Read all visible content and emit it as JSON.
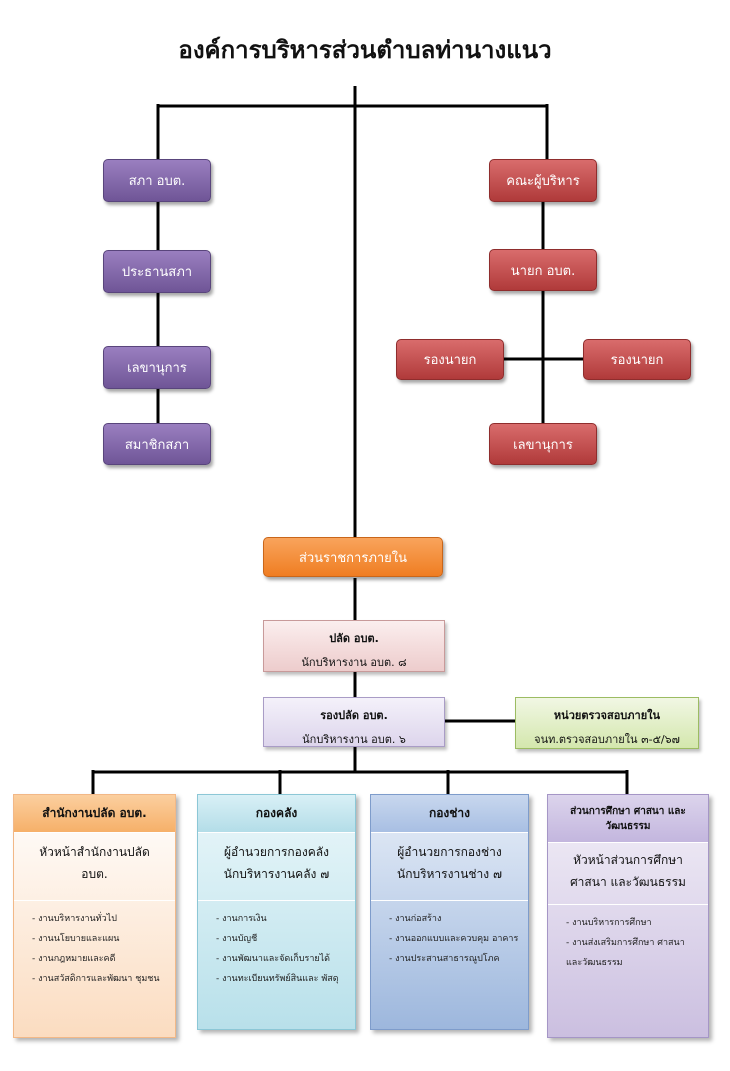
{
  "title": "องค์การบริหารส่วนตำบลท่านางแนว",
  "council": {
    "items": [
      "สภา อบต.",
      "ประธานสภา",
      "เลขานุการ",
      "สมาชิกสภา"
    ]
  },
  "executive": {
    "board": "คณะผู้บริหาร",
    "mayor": "นายก อบต.",
    "deputy_left": "รองนายก",
    "deputy_right": "รองนายก",
    "secretary": "เลขานุการ"
  },
  "internal_affairs": "ส่วนราชการภายใน",
  "palad": {
    "line1": "ปลัด อบต.",
    "line2": "นักบริหารงาน อบต. ๘"
  },
  "deputy_palad": {
    "line1": "รองปลัด อบต.",
    "line2": "นักบริหารงาน อบต. ๖"
  },
  "audit": {
    "line1": "หน่วยตรวจสอบภายใน",
    "line2": "จนท.ตรวจสอบภายใน ๓-๕/๖๗"
  },
  "departments": [
    {
      "head": "สำนักงานปลัด อบต.",
      "sub": [
        "หัวหน้าสำนักงานปลัด",
        "อบต."
      ],
      "tasks": [
        "- งานบริหารงานทั่วไป",
        "- งานนโยบายและแผน",
        "- งานกฎหมายและคดี",
        "- งานสวัสดิการและพัฒนา ชุมชน"
      ]
    },
    {
      "head": "กองคลัง",
      "sub": [
        "ผู้อำนวยการกองคลัง",
        "นักบริหารงานคลัง ๗"
      ],
      "tasks": [
        "- งานการเงิน",
        "- งานบัญชี",
        "- งานพัฒนาและจัดเก็บรายได้",
        "- งานทะเบียนทรัพย์สินและ พัสดุ"
      ]
    },
    {
      "head": "กองช่าง",
      "sub": [
        "ผู้อำนวยการกองช่าง",
        "นักบริหารงานช่าง ๗"
      ],
      "tasks": [
        "- งานก่อสร้าง",
        "- งานออกแบบและควบคุม อาคาร",
        "- งานประสานสาธารณูปโภค"
      ]
    },
    {
      "head": "ส่วนการศึกษา ศาสนา และวัฒนธรรม",
      "sub": [
        "หัวหน้าส่วนการศึกษา",
        "ศาสนา และวัฒนธรรม"
      ],
      "tasks": [
        "- งานบริหารการศึกษา",
        "- งานส่งเสริมการศึกษา ศาสนา และวัฒนธรรม"
      ]
    }
  ]
}
